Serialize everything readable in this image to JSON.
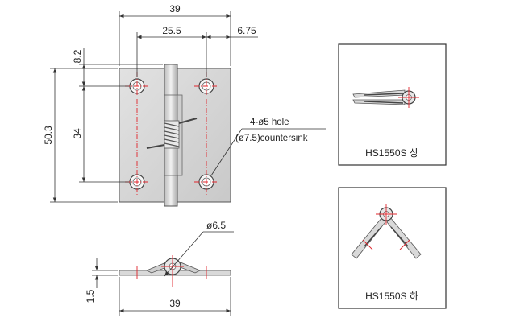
{
  "dimensions": {
    "width_top": "39",
    "hole_spacing_h": "25.5",
    "edge_offset": "6.75",
    "top_offset": "8.2",
    "height_total": "50.3",
    "hole_spacing_v": "34",
    "pin_diameter": "ø6.5",
    "thickness": "1.5",
    "width_bottom": "39"
  },
  "hole_note": {
    "line1": "4-ø5 hole",
    "line2": "(ø7.5)countersink"
  },
  "views": {
    "upper_caption": "HS1550S 상",
    "lower_caption": "HS1550S 하"
  },
  "colors": {
    "line": "#333333",
    "centerline": "#e0242b",
    "plate_fill": "#d4d4d4",
    "plate_stroke": "#555555"
  }
}
